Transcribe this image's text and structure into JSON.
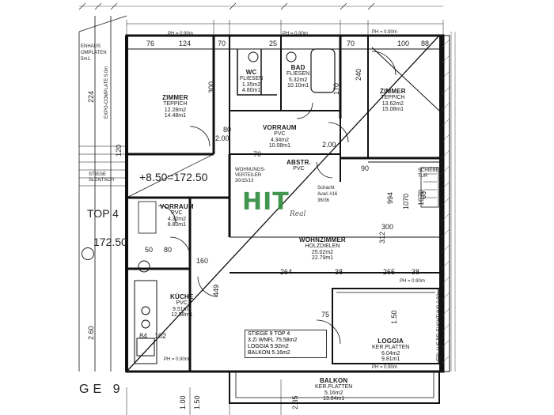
{
  "rooms": {
    "zimmer_left": {
      "name": "ZIMMER",
      "floor": "TEPPICH",
      "area": "12.28m2",
      "perim": "14.48m1"
    },
    "zimmer_right": {
      "name": "ZIMMER",
      "floor": "TEPPICH",
      "area": "13.62m2",
      "perim": "15.08m1"
    },
    "bad": {
      "name": "BAD",
      "floor": "FLIESEN",
      "area": "5.32m2",
      "perim": "10.10m1"
    },
    "wc": {
      "name": "WC",
      "floor": "FLIESEN",
      "area": "1.35m2",
      "perim": "4.80m1"
    },
    "vorraum_top": {
      "name": "VORRAUM",
      "floor": "PVC",
      "area": "4.34m2",
      "perim": "10.08m1"
    },
    "vorraum_left": {
      "name": "VORRAUM",
      "floor": "PVC",
      "area": "4.32m2",
      "perim": "8.80m1"
    },
    "abstr": {
      "name": "ABSTR.",
      "floor": "PVC",
      "area": "",
      "perim": ""
    },
    "wohnzimmer": {
      "name": "WOHNZIMMER",
      "floor": "HOLZDIELEN",
      "area": "25.02m2",
      "perim": "22.79m1"
    },
    "kueche": {
      "name": "KÜCHE",
      "floor": "PVC",
      "area": "9.51m2",
      "perim": "12.58m1"
    },
    "loggia": {
      "name": "LOGGIA",
      "floor": "KER.PLATTEN",
      "area": "6.04m2",
      "perim": "9.81m1"
    },
    "balkon": {
      "name": "BALKON",
      "floor": "KER.PLATTEN",
      "area": "5.16m2",
      "perim": "13.84m1"
    }
  },
  "infobox": {
    "line1": "STIEGE 9   TOP 4",
    "line2": "3 Zi WNFL  75.58m2",
    "line3": "LOGGIA   5.92m2",
    "line4": "BALKON   5.16m2"
  },
  "logo": {
    "text": "HIT",
    "sub": "Real"
  },
  "stiege_label": "GE 9",
  "top_label": "TOP 4",
  "level_mark": "+8.50=172.50",
  "level_mark_small": "172.50",
  "dims": {
    "top_row": [
      "76",
      "124",
      "70",
      "25",
      "70",
      "100",
      "88"
    ],
    "ph_labels": [
      "PH = 0.90m",
      "PH = 0.90m",
      "PH = 0.90m",
      "PH = 0.90m",
      "PH = 0.90m"
    ],
    "d300": "300",
    "d240": "240",
    "d170": "170",
    "d994": "994",
    "d1070a": "1070",
    "d1070b": "1070",
    "d300b": "300",
    "d264": "264",
    "d265": "265",
    "d38a": "38",
    "d38b": "38",
    "d449": "449",
    "d160": "160",
    "d80a": "80",
    "d80b": "80",
    "d50": "50",
    "d70": "70",
    "d200": "2.00",
    "d200b": "2.00",
    "d102": "102",
    "d84": "84",
    "d75": "75",
    "d150a": "1.50",
    "d150b": "1.50",
    "d100": "1.00",
    "d260": "2.60",
    "d235": "2.35",
    "d120": "120",
    "d312": "312",
    "d90": "90",
    "d68": "68",
    "d224": "224"
  },
  "side_notes": {
    "left1": "ENHAUS",
    "left2": "OMPLATEN",
    "left3": "5m1",
    "schacht": "Schacht",
    "schacht2": "Avari #16",
    "schacht3": "36/36",
    "wohnungs": "WOHNUNGS-",
    "wohnungs2": "VERTEILER",
    "wohnungs3": "30/15/13",
    "stiege_note": "STIEGE",
    "stiege_note2": "SLENTSCH",
    "trepp": "EXPO-COMPLATE 5.0m",
    "right_strip": "VERLAUF BELEUCHTUNG 0.90m2",
    "schiebe": "SCHIEBE",
    "schiebe2": "TUR",
    "ph_room": "PH = 0.90m"
  }
}
